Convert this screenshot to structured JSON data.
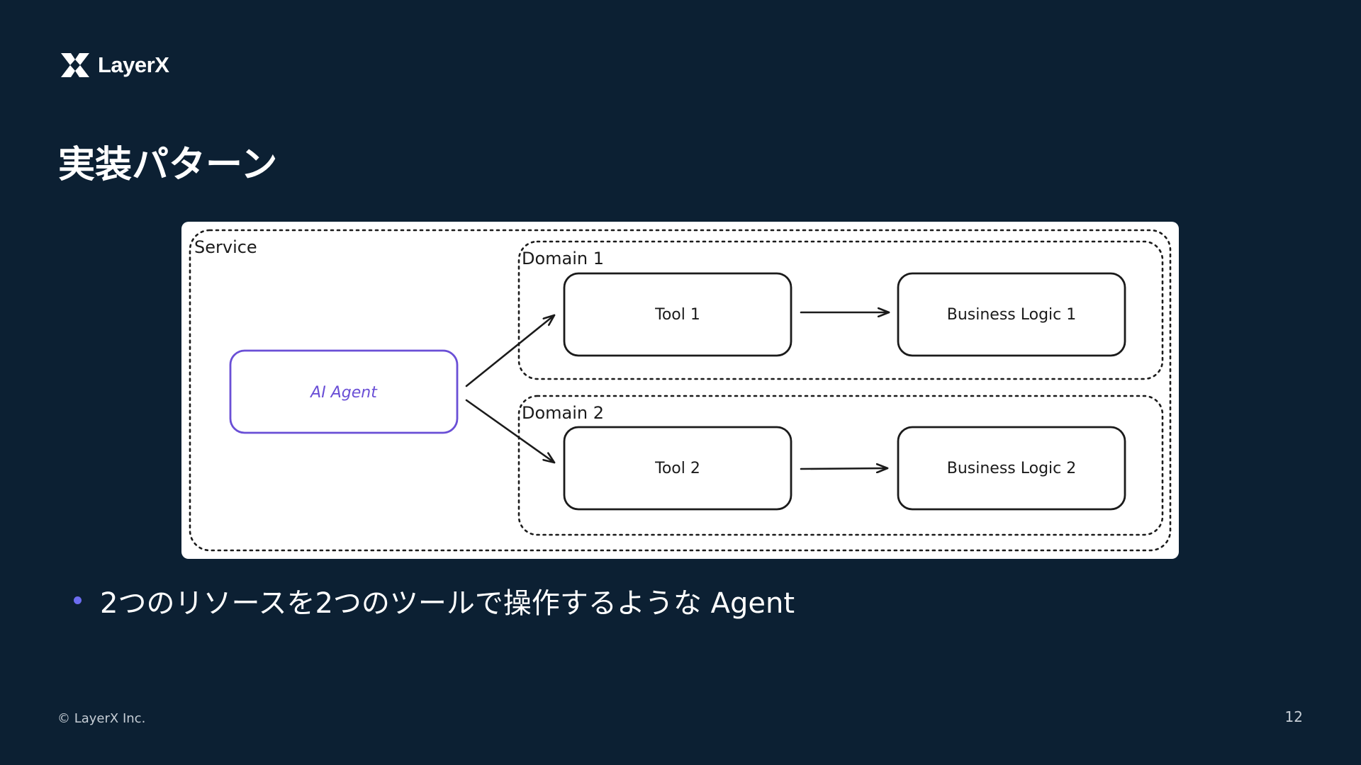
{
  "brand": {
    "name": "LayerX",
    "logo_icon": "layerx-x-mark-icon"
  },
  "slide": {
    "title": "実装パターン",
    "bullets": [
      "2つのリソースを2つのツールで操作するような Agent"
    ],
    "copyright": "© LayerX Inc.",
    "page_number": "12"
  },
  "diagram": {
    "service_label": "Service",
    "agent_label": "AI Agent",
    "domains": [
      {
        "label": "Domain 1",
        "tool": "Tool 1",
        "logic": "Business Logic 1"
      },
      {
        "label": "Domain 2",
        "tool": "Tool 2",
        "logic": "Business Logic 2"
      }
    ]
  },
  "colors": {
    "background": "#0c2033",
    "agent_accent": "#6a4fd6",
    "bullet_accent": "#6c6cf0",
    "ink": "#1b1b1b"
  }
}
